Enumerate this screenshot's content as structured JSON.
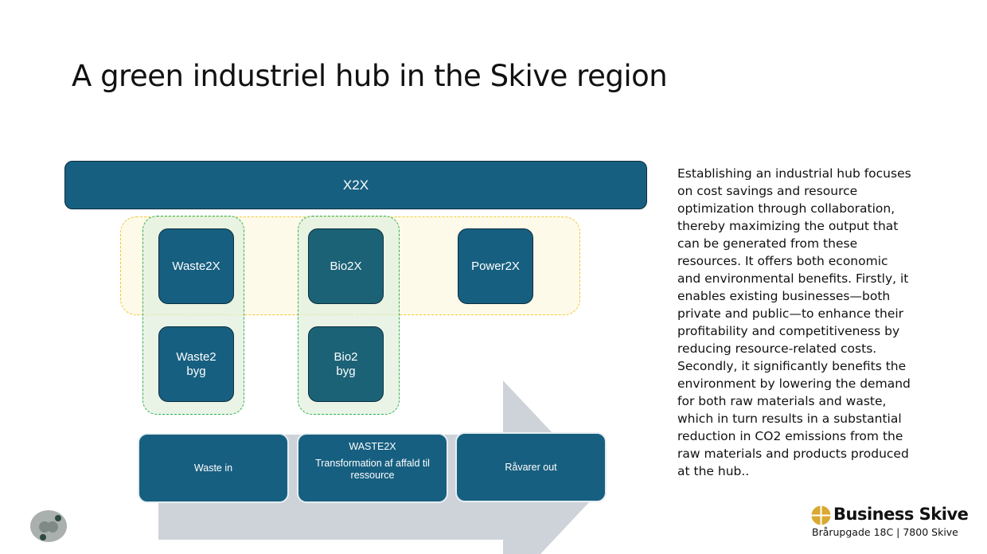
{
  "title": "A green industriel hub in the Skive region",
  "diagram": {
    "top_bar": "X2X",
    "boxes": {
      "waste2x": "Waste2X",
      "bio2x": "Bio2X",
      "power2x": "Power2X",
      "waste2byg": "Waste2\nbyg",
      "bio2byg": "Bio2\nbyg"
    },
    "flow": {
      "step1": "Waste in",
      "step2_title": "WASTE2X",
      "step2_text": "Transformation af affald til ressource",
      "step3": "Råvarer out"
    }
  },
  "description": "Establishing an industrial hub focuses on cost savings and resource optimization through collaboration, thereby maximizing the output that can be generated from these resources. It offers both economic and environmental benefits. Firstly, it enables existing businesses—both private and public—to enhance their profitability and competitiveness by reducing resource-related costs. Secondly, it significantly benefits the environment by lowering the demand for both raw materials and waste, which in turn results in a substantial reduction in CO2 emissions from the raw materials and products produced at the hub..",
  "logo": {
    "name": "Business Skive",
    "address": "Brårupgade 18C | 7800 Skive"
  },
  "colors": {
    "box": "#175f80",
    "teal_box": "#1b6276",
    "arrow": "#ced3da",
    "logo_gold": "#d9a930"
  }
}
